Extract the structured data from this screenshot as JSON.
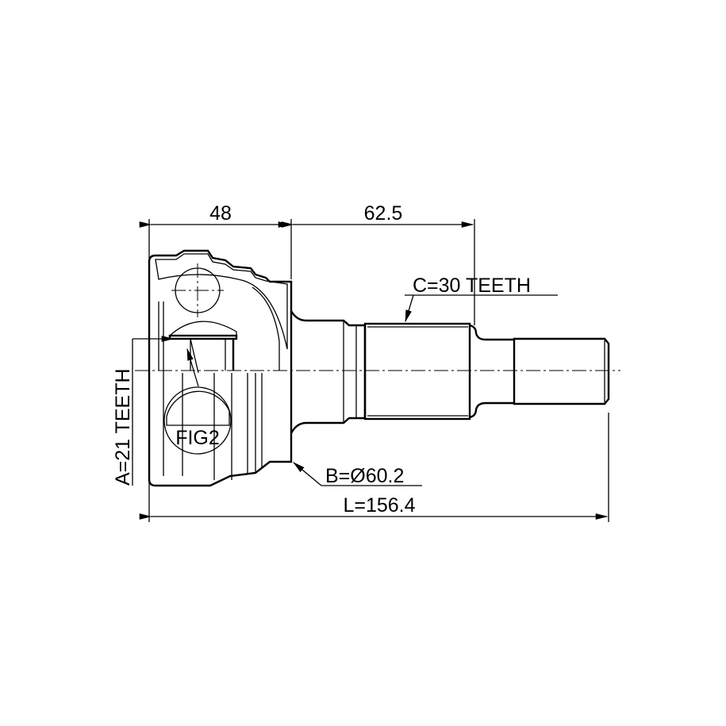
{
  "drawing": {
    "dim_outer_length": "48",
    "dim_shaft_length": "62.5",
    "total_length": "L=156.4",
    "outer_diameter": "B=Ø60.2",
    "inner_spline": "A=21 TEETH",
    "outer_spline": "C=30 TEETH",
    "detail_label": "FIG2"
  }
}
